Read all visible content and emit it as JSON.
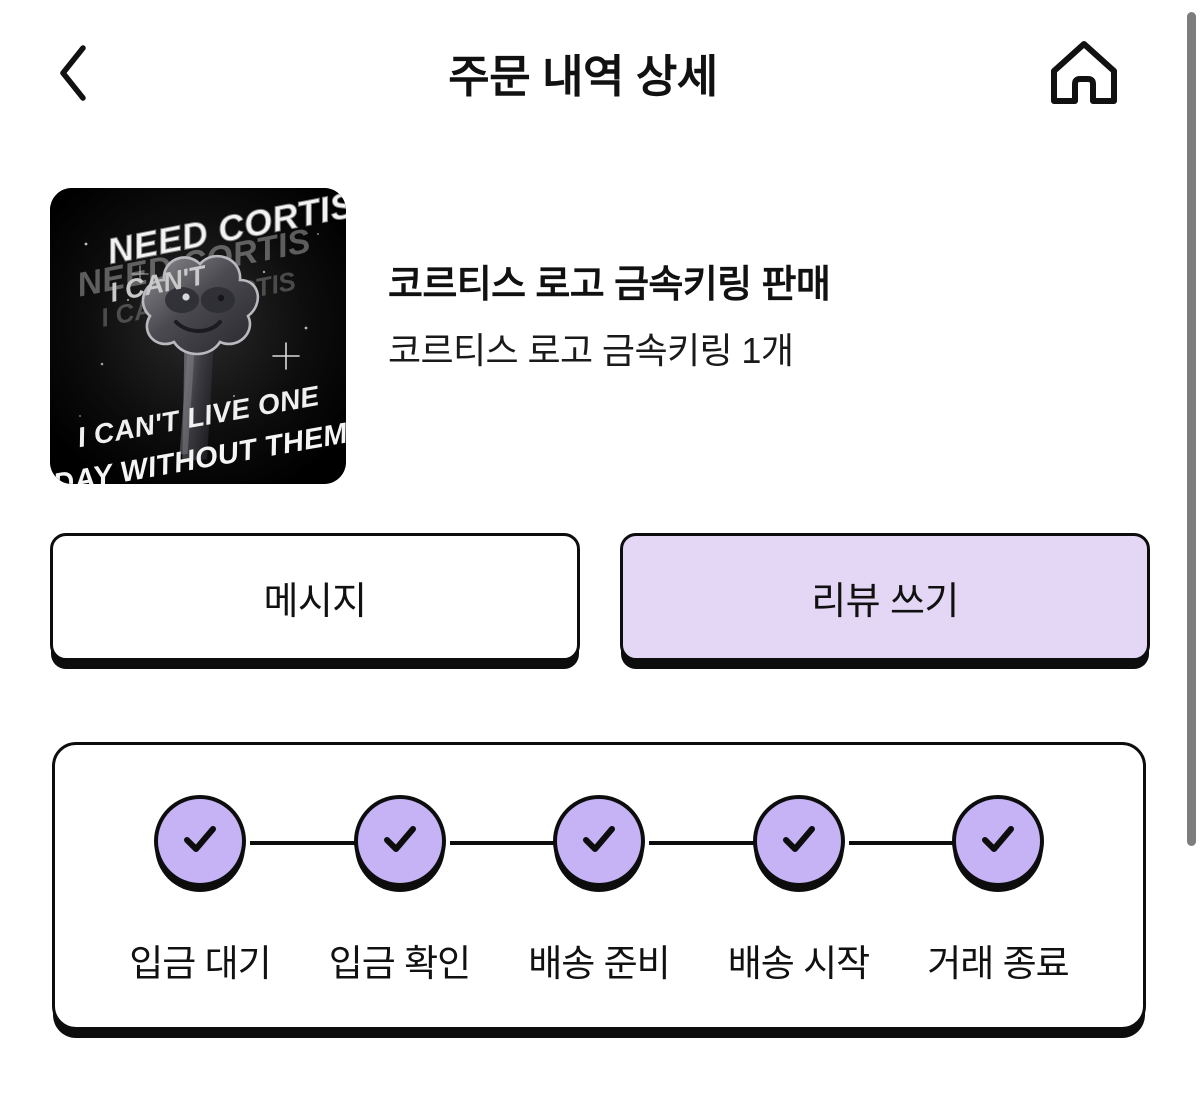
{
  "header": {
    "title": "주문 내역 상세",
    "back_icon": "chevron-left-icon",
    "home_icon": "home-icon"
  },
  "product": {
    "title": "코르티스 로고 금속키링 판매",
    "subtitle": "코르티스 로고 금속키링 1개",
    "thumbnail": {
      "alt": "코르티스 로고 금속키링 상품 이미지",
      "background_color": "#050505",
      "text_lines": [
        "NEED CORTIS",
        "I CAN'T",
        "CORTIS",
        "I CAN'T LIVE ONE",
        "DAY WITHOUT THEM"
      ]
    }
  },
  "actions": {
    "message_label": "메시지",
    "review_label": "리뷰 쓰기"
  },
  "stepper": {
    "steps": [
      {
        "label": "입금 대기",
        "completed": true,
        "icon": "check-icon"
      },
      {
        "label": "입금 확인",
        "completed": true,
        "icon": "check-icon"
      },
      {
        "label": "배송 준비",
        "completed": true,
        "icon": "check-icon"
      },
      {
        "label": "배송 시작",
        "completed": true,
        "icon": "check-icon"
      },
      {
        "label": "거래 종료",
        "completed": true,
        "icon": "check-icon"
      }
    ]
  },
  "colors": {
    "accent_light": "#E3D7F5",
    "accent": "#C5B3F5",
    "outline": "#0D0D0D",
    "text": "#111111",
    "scrollbar": "#7D7D7D"
  }
}
